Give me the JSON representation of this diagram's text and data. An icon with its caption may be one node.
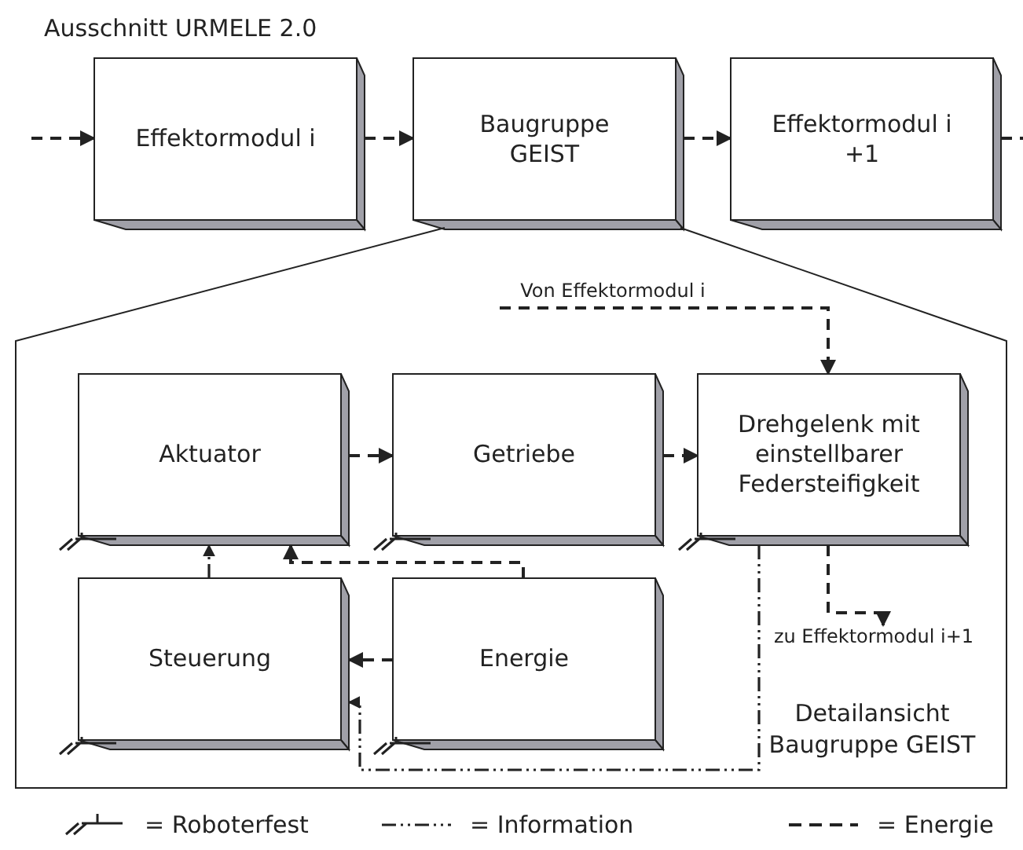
{
  "diagram": {
    "title": "Ausschnitt URMELE 2.0",
    "nodes": [
      {
        "text": [
          "Effektormodul i"
        ]
      },
      {
        "text": [
          "Baugruppe GEIST"
        ]
      },
      {
        "text": [
          "Effektormodul i +1"
        ]
      },
      {
        "text": [
          "Detailansicht Baugruppe GEIST"
        ]
      },
      {
        "text": [
          "Aktuator"
        ],
        "in": 3
      },
      {
        "text": [
          "Getriebe"
        ],
        "in": 3
      },
      {
        "text": [
          "Drehgelenk mit einstellbarer Federsteifigkeit"
        ],
        "in": 3
      },
      {
        "text": [
          "Steuerung"
        ],
        "in": 3
      },
      {
        "text": [
          "Energie"
        ],
        "in": 3
      },
      {
        "text": [
          "Von Effektormodul i"
        ],
        "in": 3
      },
      {
        "text": [
          "zu Effektormodul i+1"
        ],
        "in": 3
      }
    ],
    "edges": [
      {
        "from": null,
        "to": 0,
        "arrow": "to",
        "style": "dashed"
      },
      {
        "from": 0,
        "to": 1,
        "arrow": "to",
        "style": "dashed"
      },
      {
        "from": 1,
        "to": 2,
        "arrow": "to",
        "style": "dashed"
      },
      {
        "from": 2,
        "to": null,
        "arrow": "none",
        "style": "dashed"
      },
      {
        "from": 9,
        "to": 6,
        "arrow": "to",
        "style": "dashed"
      },
      {
        "from": 4,
        "to": 5,
        "arrow": "to",
        "style": "dashed"
      },
      {
        "from": 5,
        "to": 6,
        "arrow": "to",
        "style": "dashed"
      },
      {
        "from": 6,
        "to": 10,
        "arrow": "to",
        "style": "dashed"
      },
      {
        "from": 8,
        "to": 4,
        "arrow": "to",
        "style": "dashed"
      },
      {
        "from": 8,
        "to": 7,
        "arrow": "to",
        "style": "dashed"
      },
      {
        "from": 7,
        "to": 4,
        "arrow": "to"
      },
      {
        "from": 6,
        "to": 7,
        "arrow": "to"
      }
    ],
    "legend": [
      {
        "text": "= Roboterfest"
      },
      {
        "text": "= Information"
      },
      {
        "text": "= Energie"
      }
    ]
  }
}
